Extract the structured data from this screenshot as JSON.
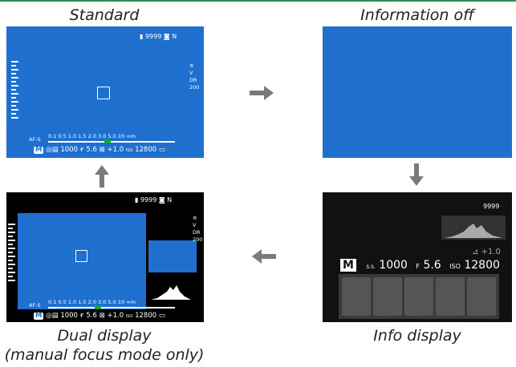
{
  "captions": {
    "standard": "Standard",
    "info_off": "Information off",
    "dual": "Dual display",
    "dual_note": "(manual focus mode only)",
    "info_display": "Info display"
  },
  "standard": {
    "shots": "9999",
    "quality": "N",
    "mode": "M",
    "shutter": "1000",
    "aperture": "5.6",
    "exposure_comp": "+1.0",
    "iso": "12800",
    "distance_scale": "0.1 0.5   1.0   1.5   2.0   3.0   5.0  10 ∞m",
    "af_mode": "AF-S",
    "film": "200"
  },
  "dual": {
    "shots": "9999",
    "quality": "N",
    "mode": "M",
    "shutter": "1000",
    "aperture": "5.6",
    "exposure_comp": "+1.0",
    "iso": "12800",
    "distance_scale": "0.1 0.5   1.0   1.5   2.0   3.0   5.0  10 ∞m",
    "af_mode": "AF-S",
    "film": "200"
  },
  "info": {
    "shots": "9999",
    "exposure_comp": "+1.0",
    "mode": "M",
    "shutter": "1000",
    "aperture": "5.6",
    "iso_label": "ISO",
    "iso": "12800",
    "ss_label": "S.S.",
    "f_label": "F"
  },
  "colors": {
    "screen_blue": "#1f6fcf",
    "arrow_gray": "#7a7a7a",
    "top_line": "#2e8b57"
  }
}
